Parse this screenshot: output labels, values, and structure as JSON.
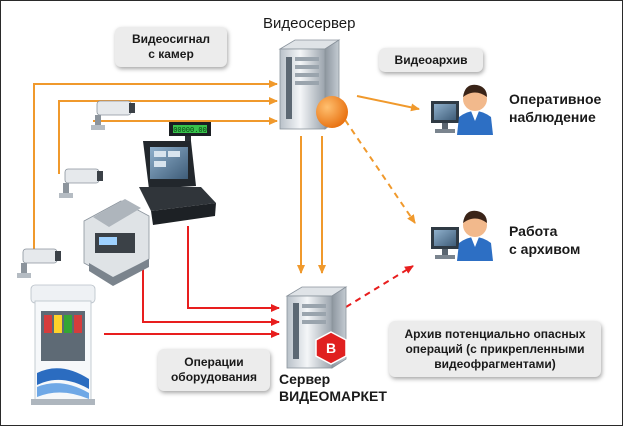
{
  "labels": {
    "video_server": "Видеосервер",
    "video_signal_line1": "Видеосигнал",
    "video_signal_line2": "с камер",
    "video_archive": "Видеоархив",
    "live_view_line1": "Оперативное",
    "live_view_line2": "наблюдение",
    "archive_work_line1": "Работа",
    "archive_work_line2": "с архивом",
    "dangerous_ops_line1": "Архив потенциально опасных",
    "dangerous_ops_line2": "операций (с прикрепленными",
    "dangerous_ops_line3": "видеофрагментами)",
    "equipment_ops_line1": "Операции",
    "equipment_ops_line2": "оборудования",
    "vm_server_line1": "Сервер",
    "vm_server_line2": "ВИДЕОМАРКЕТ",
    "pos_display": "00000.00"
  },
  "icons": {
    "servers": [
      "server-icon"
    ],
    "cameras": [
      "cctv-camera-icon"
    ],
    "users": [
      "operator-at-computer-icon"
    ],
    "devices": [
      "pos-terminal-icon",
      "banknote-counter-icon",
      "fuel-dispenser-icon"
    ],
    "badges": [
      "archive-disc-icon",
      "videomarket-logo-icon"
    ]
  },
  "colors": {
    "video_flow": "#f0992c",
    "operations_flow": "#e81e1e",
    "archive_badge": "#ef7f1a",
    "videomarket_badge": "#e02020",
    "user_shirt": "#2d6fc4"
  }
}
